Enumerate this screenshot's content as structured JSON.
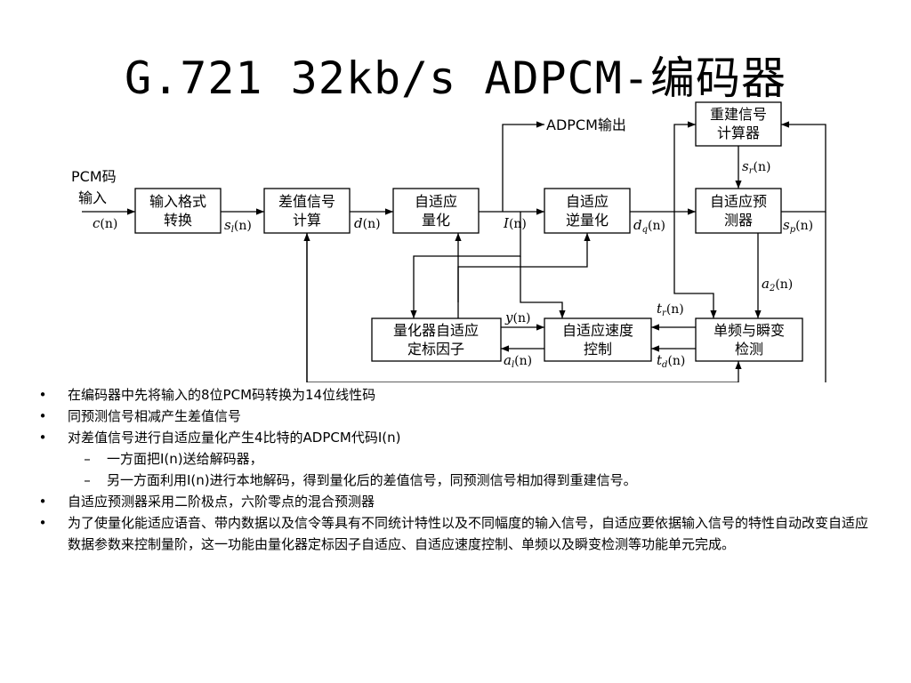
{
  "title": "G.721 32kb/s ADPCM-编码器",
  "diagram": {
    "blocks": {
      "input_format": [
        "输入格式",
        "转换"
      ],
      "diff_calc": [
        "差值信号",
        "计算"
      ],
      "adaptive_quant": [
        "自适应",
        "量化"
      ],
      "adaptive_inv_quant": [
        "自适应",
        "逆量化"
      ],
      "adaptive_pred": [
        "自适应预",
        "测器"
      ],
      "recon_calc": [
        "重建信号",
        "计算器"
      ],
      "scale_factor": [
        "量化器自适应",
        "定标因子"
      ],
      "speed_ctrl": [
        "自适应速度",
        "控制"
      ],
      "tone_transition": [
        "单频与瞬变",
        "检测"
      ]
    },
    "labels": {
      "pcm_in_1": "PCM码",
      "pcm_in_2": "输入",
      "adpcm_out": "ADPCM输出",
      "c": "c",
      "s": "s",
      "s_sub": "l",
      "d": "d",
      "I": "I",
      "dq": "d",
      "dq_sub": "q",
      "sp": "s",
      "sp_sub": "p",
      "sr": "s",
      "sr_sub": "r",
      "a2": "a",
      "a2_sub": "2",
      "y": "y",
      "tr": "t",
      "tr_sub": "r",
      "al": "a",
      "al_sub": "l",
      "td": "t",
      "td_sub": "d",
      "arg": "(n)"
    }
  },
  "bullets": [
    {
      "level": 1,
      "marker": "•",
      "text": "在编码器中先将输入的8位PCM码转换为14位线性码"
    },
    {
      "level": 1,
      "marker": "•",
      "text": "同预测信号相减产生差值信号"
    },
    {
      "level": 1,
      "marker": "•",
      "text": "对差值信号进行自适应量化产生4比特的ADPCM代码I(n)"
    },
    {
      "level": 2,
      "marker": "–",
      "text": "一方面把I(n)送给解码器，"
    },
    {
      "level": 2,
      "marker": "–",
      "text": "另一方面利用I(n)进行本地解码，得到量化后的差值信号，同预测信号相加得到重建信号。"
    },
    {
      "level": 1,
      "marker": "•",
      "text": "自适应预测器采用二阶极点，六阶零点的混合预测器"
    },
    {
      "level": 1,
      "marker": "•",
      "text": "为了使量化能适应语音、带内数据以及信令等具有不同统计特性以及不同幅度的输入信号，自适应要依据输入信号的特性自动改变自适应数据参数来控制量阶，这一功能由量化器定标因子自适应、自适应速度控制、单频以及瞬变检测等功能单元完成。"
    }
  ]
}
